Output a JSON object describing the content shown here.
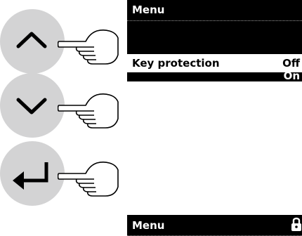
{
  "colors": {
    "button_fill": "#d3d3d4",
    "screen_bg": "#000000",
    "screen_text": "#ffffff",
    "selected_bg": "#ffffff",
    "selected_text": "#000000"
  },
  "buttons": [
    {
      "icon": "chevron-up-icon"
    },
    {
      "icon": "chevron-down-icon"
    },
    {
      "icon": "enter-arrow-icon"
    }
  ],
  "screen_top": {
    "title": "Menu",
    "rows": [
      {
        "label": "",
        "value": ""
      },
      {
        "label": "Key protection",
        "value": "Off",
        "selected": true
      },
      {
        "label": "",
        "value": "On"
      }
    ]
  },
  "screen_bottom": {
    "title": "Menu",
    "icon": "lock-icon"
  }
}
